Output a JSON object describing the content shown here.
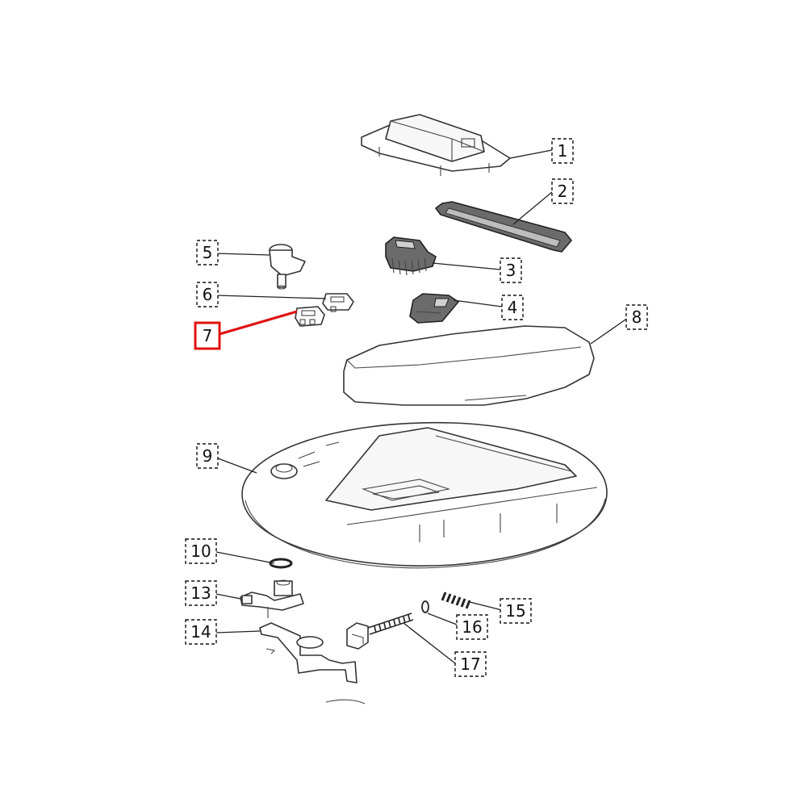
{
  "diagram": {
    "highlight_color": "#e01010",
    "callouts": [
      {
        "id": "c1",
        "label": "1",
        "highlighted": false
      },
      {
        "id": "c2",
        "label": "2",
        "highlighted": false
      },
      {
        "id": "c3",
        "label": "3",
        "highlighted": false
      },
      {
        "id": "c4",
        "label": "4",
        "highlighted": false
      },
      {
        "id": "c5",
        "label": "5",
        "highlighted": false
      },
      {
        "id": "c6",
        "label": "6",
        "highlighted": false
      },
      {
        "id": "c7",
        "label": "7",
        "highlighted": true
      },
      {
        "id": "c8",
        "label": "8",
        "highlighted": false
      },
      {
        "id": "c9",
        "label": "9",
        "highlighted": false
      },
      {
        "id": "c10",
        "label": "10",
        "highlighted": false
      },
      {
        "id": "c13",
        "label": "13",
        "highlighted": false
      },
      {
        "id": "c14",
        "label": "14",
        "highlighted": false
      },
      {
        "id": "c15",
        "label": "15",
        "highlighted": false
      },
      {
        "id": "c16",
        "label": "16",
        "highlighted": false
      },
      {
        "id": "c17",
        "label": "17",
        "highlighted": false
      }
    ]
  }
}
